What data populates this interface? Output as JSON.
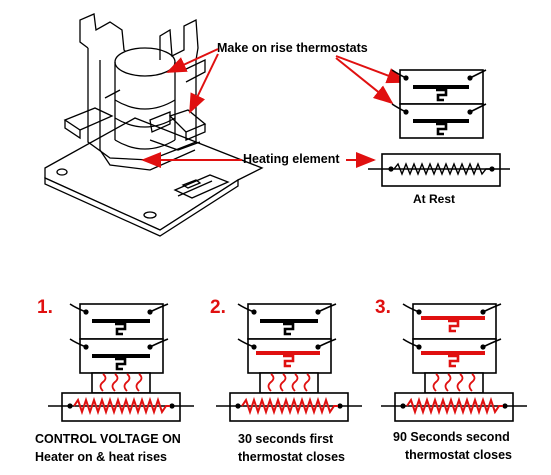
{
  "labels": {
    "thermostats": "Make on rise thermostats",
    "heating_element": "Heating element",
    "at_rest": "At Rest"
  },
  "stages": [
    {
      "number": "1.",
      "caption_line1": "CONTROL VOLTAGE ON",
      "caption_line2": "Heater on & heat rises"
    },
    {
      "number": "2.",
      "caption_line1": "30 seconds first",
      "caption_line2": "thermostat closes"
    },
    {
      "number": "3.",
      "caption_line1": "90 Seconds second",
      "caption_line2": "thermostat closes"
    }
  ],
  "colors": {
    "arrow": "#e01010",
    "heat": "#e01010",
    "ink": "#000000"
  },
  "icons": {
    "relay": "relay-sketch",
    "heater": "zigzag-heater-icon",
    "heat_waves": "heat-wave-icon"
  }
}
